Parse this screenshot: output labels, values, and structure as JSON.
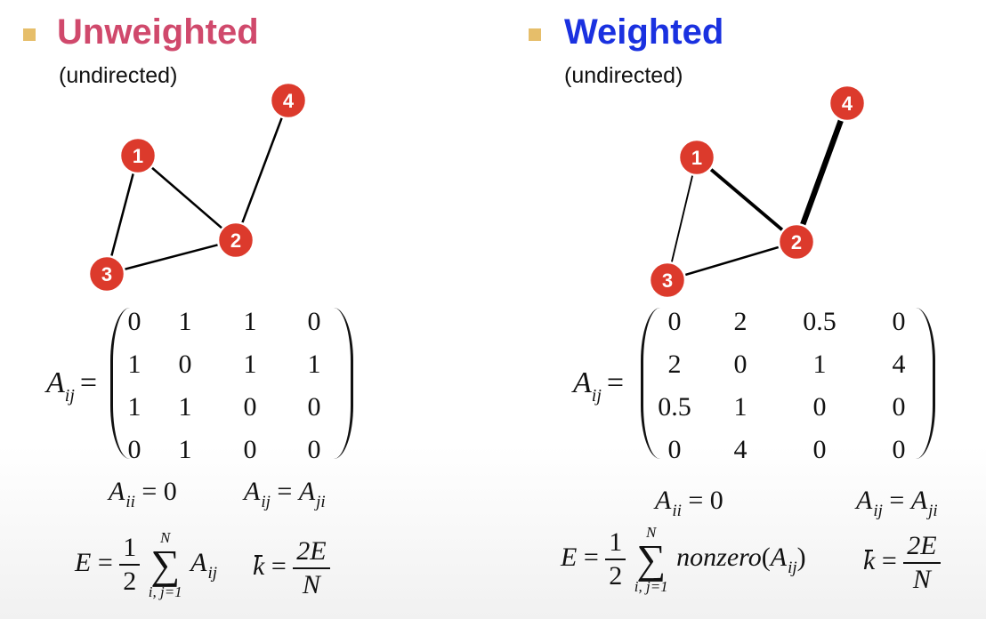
{
  "colors": {
    "bullet": "#E6BE6A",
    "unweighted_heading": "#D0496C",
    "weighted_heading": "#1A31E0",
    "node_fill": "#DC3A2C",
    "node_stroke": "#FFFFFF",
    "edge": "#000000"
  },
  "left": {
    "title": "Unweighted",
    "subtitle": "(undirected)",
    "graph": {
      "nodes": [
        "1",
        "2",
        "3",
        "4"
      ],
      "edges": [
        {
          "source": "1",
          "target": "2",
          "weight": 1
        },
        {
          "source": "1",
          "target": "3",
          "weight": 1
        },
        {
          "source": "2",
          "target": "3",
          "weight": 1
        },
        {
          "source": "2",
          "target": "4",
          "weight": 1
        }
      ]
    },
    "matrix": {
      "symbol": "A",
      "subscript": "ij",
      "equals": "=",
      "rows": [
        [
          "0",
          "1",
          "1",
          "0"
        ],
        [
          "1",
          "0",
          "1",
          "1"
        ],
        [
          "1",
          "1",
          "0",
          "0"
        ],
        [
          "0",
          "1",
          "0",
          "0"
        ]
      ]
    },
    "eq_diag": {
      "sym": "A",
      "sub": "ii",
      "rhs": "= 0"
    },
    "eq_sym": {
      "lhs": "A",
      "lhs_sub": "ij",
      "eq": "=",
      "rhs": "A",
      "rhs_sub": "ji"
    },
    "edges_formula": {
      "lhs": "E",
      "eq": "=",
      "num": "1",
      "den": "2",
      "sum_upper": "N",
      "sum_lower": "i, j=1",
      "term": "A",
      "term_sub": "ij"
    },
    "degree_formula": {
      "k": "k",
      "eq": "=",
      "num": "2E",
      "den": "N"
    }
  },
  "right": {
    "title": "Weighted",
    "subtitle": "(undirected)",
    "graph": {
      "nodes": [
        "1",
        "2",
        "3",
        "4"
      ],
      "edges": [
        {
          "source": "1",
          "target": "2",
          "weight": 2
        },
        {
          "source": "1",
          "target": "3",
          "weight": 0.5
        },
        {
          "source": "2",
          "target": "3",
          "weight": 1
        },
        {
          "source": "2",
          "target": "4",
          "weight": 4
        }
      ]
    },
    "matrix": {
      "symbol": "A",
      "subscript": "ij",
      "equals": "=",
      "rows": [
        [
          "0",
          "2",
          "0.5",
          "0"
        ],
        [
          "2",
          "0",
          "1",
          "4"
        ],
        [
          "0.5",
          "1",
          "0",
          "0"
        ],
        [
          "0",
          "4",
          "0",
          "0"
        ]
      ]
    },
    "eq_diag": {
      "sym": "A",
      "sub": "ii",
      "rhs": "= 0"
    },
    "eq_sym": {
      "lhs": "A",
      "lhs_sub": "ij",
      "eq": "=",
      "rhs": "A",
      "rhs_sub": "ji"
    },
    "edges_formula": {
      "lhs": "E",
      "eq": "=",
      "num": "1",
      "den": "2",
      "sum_upper": "N",
      "sum_lower": "i, j=1",
      "func": "nonzero",
      "term": "A",
      "term_sub": "ij"
    },
    "degree_formula": {
      "k": "k",
      "eq": "=",
      "num": "2E",
      "den": "N"
    }
  }
}
